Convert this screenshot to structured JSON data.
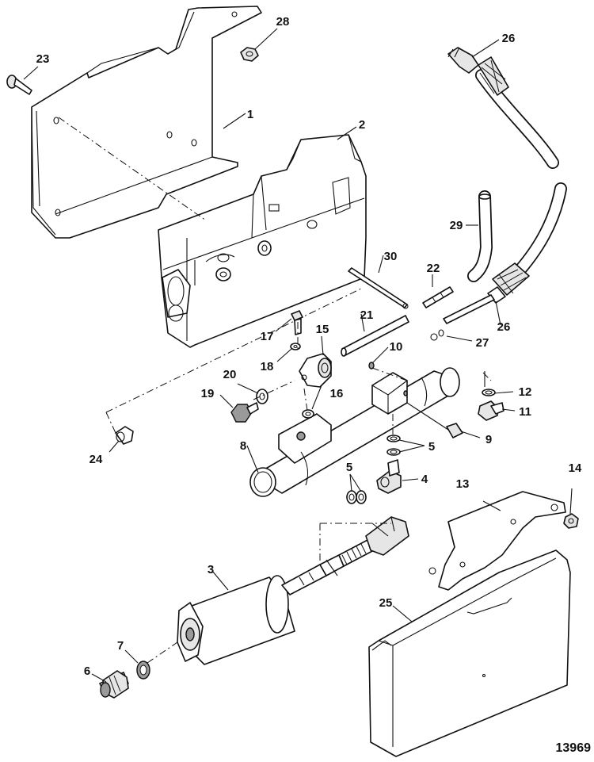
{
  "figure_number": "13969",
  "callouts": [
    {
      "id": "c1",
      "label": "1"
    },
    {
      "id": "c2",
      "label": "2"
    },
    {
      "id": "c3",
      "label": "3"
    },
    {
      "id": "c4",
      "label": "4"
    },
    {
      "id": "c5a",
      "label": "5"
    },
    {
      "id": "c5b",
      "label": "5"
    },
    {
      "id": "c6",
      "label": "6"
    },
    {
      "id": "c7",
      "label": "7"
    },
    {
      "id": "c8",
      "label": "8"
    },
    {
      "id": "c9",
      "label": "9"
    },
    {
      "id": "c10",
      "label": "10"
    },
    {
      "id": "c11",
      "label": "11"
    },
    {
      "id": "c12",
      "label": "12"
    },
    {
      "id": "c13",
      "label": "13"
    },
    {
      "id": "c14",
      "label": "14"
    },
    {
      "id": "c15",
      "label": "15"
    },
    {
      "id": "c16",
      "label": "16"
    },
    {
      "id": "c17",
      "label": "17"
    },
    {
      "id": "c18",
      "label": "18"
    },
    {
      "id": "c19",
      "label": "19"
    },
    {
      "id": "c20",
      "label": "20"
    },
    {
      "id": "c21",
      "label": "21"
    },
    {
      "id": "c22",
      "label": "22"
    },
    {
      "id": "c23",
      "label": "23"
    },
    {
      "id": "c24",
      "label": "24"
    },
    {
      "id": "c25",
      "label": "25"
    },
    {
      "id": "c26a",
      "label": "26"
    },
    {
      "id": "c26b",
      "label": "26"
    },
    {
      "id": "c27",
      "label": "27"
    },
    {
      "id": "c28",
      "label": "28"
    },
    {
      "id": "c29",
      "label": "29"
    },
    {
      "id": "c30",
      "label": "30"
    }
  ]
}
